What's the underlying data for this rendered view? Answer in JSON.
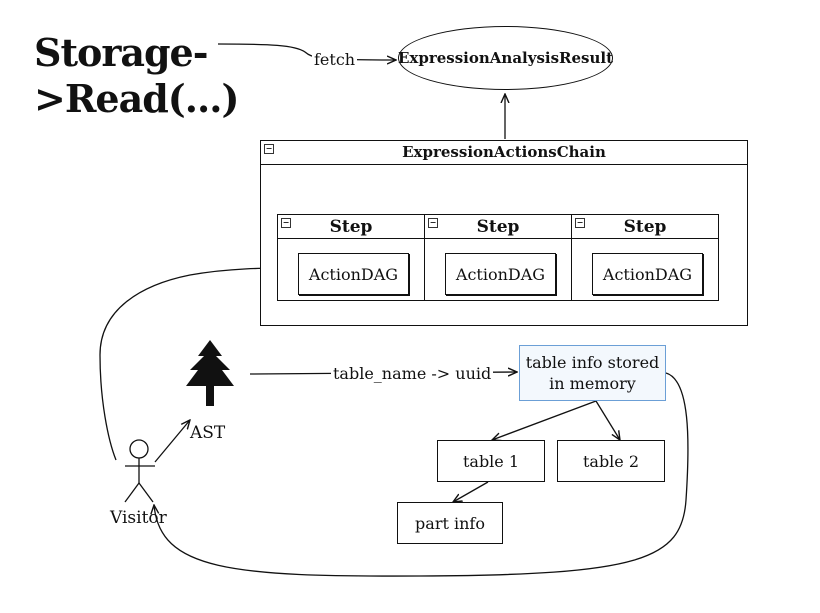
{
  "title": {
    "line1": "Storage-",
    "line2": ">Read(...)"
  },
  "edges": {
    "fetch": "fetch",
    "table_name_uuid": "table_name -> uuid"
  },
  "nodes": {
    "analysis_result": "ExpressionAnalysisResult",
    "actions_chain": "ExpressionActionsChain",
    "steps": [
      {
        "header": "Step",
        "body": "ActionDAG"
      },
      {
        "header": "Step",
        "body": "ActionDAG"
      },
      {
        "header": "Step",
        "body": "ActionDAG"
      }
    ],
    "memory_line1": "table info stored",
    "memory_line2": "in memory",
    "table1": "table 1",
    "table2": "table 2",
    "part_info": "part info",
    "ast": "AST",
    "visitor": "Visitor"
  },
  "icons": {
    "tree": "tree-icon",
    "actor": "stick-figure-icon",
    "collapse": "collapse-icon"
  },
  "colors": {
    "stroke": "#111111",
    "memory_border": "#6b9fd6",
    "memory_fill": "#f3f8fd"
  }
}
